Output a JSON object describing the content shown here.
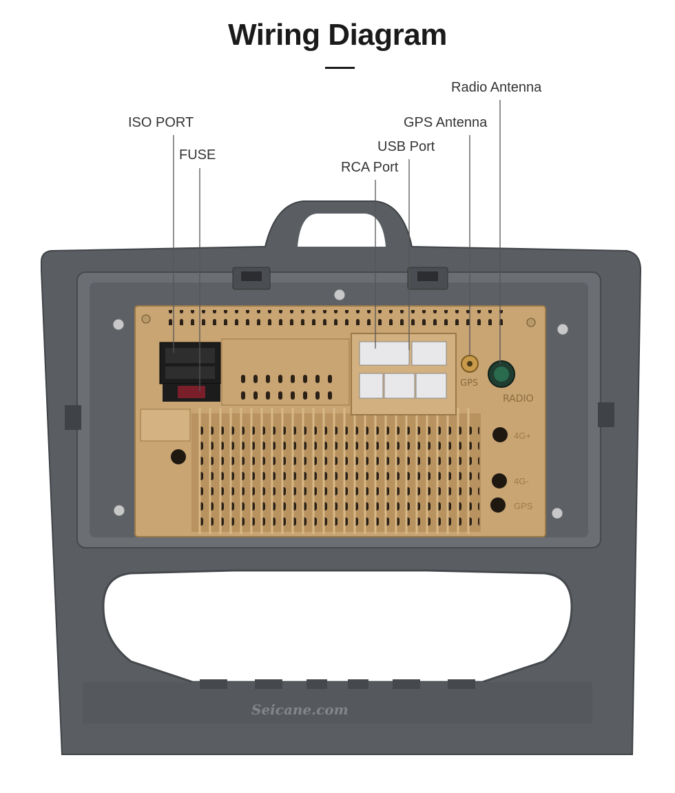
{
  "title": "Wiring Diagram",
  "callouts": {
    "iso_port": "ISO PORT",
    "fuse": "FUSE",
    "rca_port": "RCA Port",
    "usb_port": "USB Port",
    "gps_antenna": "GPS  Antenna",
    "radio_antenna": "Radio Antenna"
  },
  "unit_labels": {
    "gps": "GPS",
    "radio": "RADIO",
    "4g_plus": "4G+",
    "4g_minus": "4G-",
    "gps_hole": "GPS"
  },
  "watermark": "Seicane.com",
  "colors": {
    "frame": "#5a5e63",
    "frame_dark": "#3f4246",
    "unit": "#c9a574",
    "unit_dark": "#9a7848",
    "connector": "#e8e8ea",
    "fuse": "#7a1f2a",
    "leader": "#555555"
  }
}
